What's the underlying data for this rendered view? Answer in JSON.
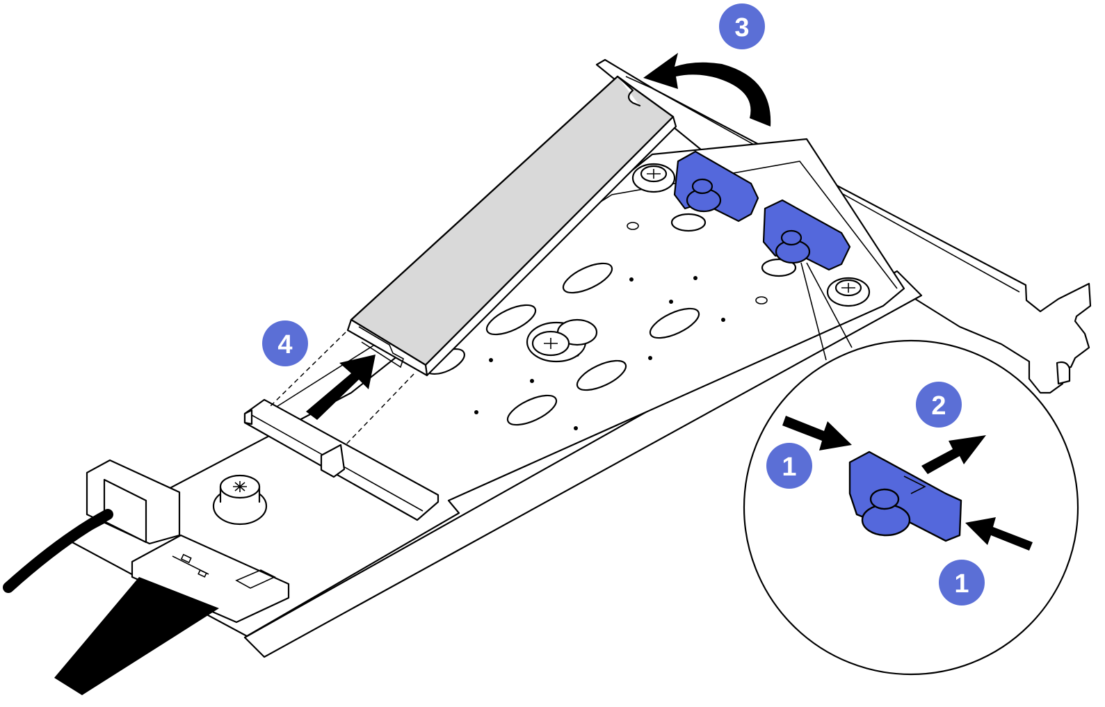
{
  "colors": {
    "accent_blue": "#5b6fd6",
    "latch_blue": "#5468dc",
    "drive_gray": "#d9d9d9",
    "line": "#000000",
    "background": "#ffffff"
  },
  "callouts": [
    {
      "label": "1",
      "meaning": "press-retainer-sides"
    },
    {
      "label": "1",
      "meaning": "press-retainer-sides"
    },
    {
      "label": "2",
      "meaning": "slide-retainer-back"
    },
    {
      "label": "3",
      "meaning": "rotate-drive-up"
    },
    {
      "label": "4",
      "meaning": "pull-drive-out"
    }
  ],
  "arrows": {
    "rotate": "curved-arrow",
    "pull": "straight-arrow",
    "press": "straight-arrow",
    "slide": "straight-arrow"
  },
  "icons": [
    "screw-icon",
    "retainer-latch-icon",
    "m2-drive-icon",
    "bracket-icon",
    "cable-icon"
  ]
}
